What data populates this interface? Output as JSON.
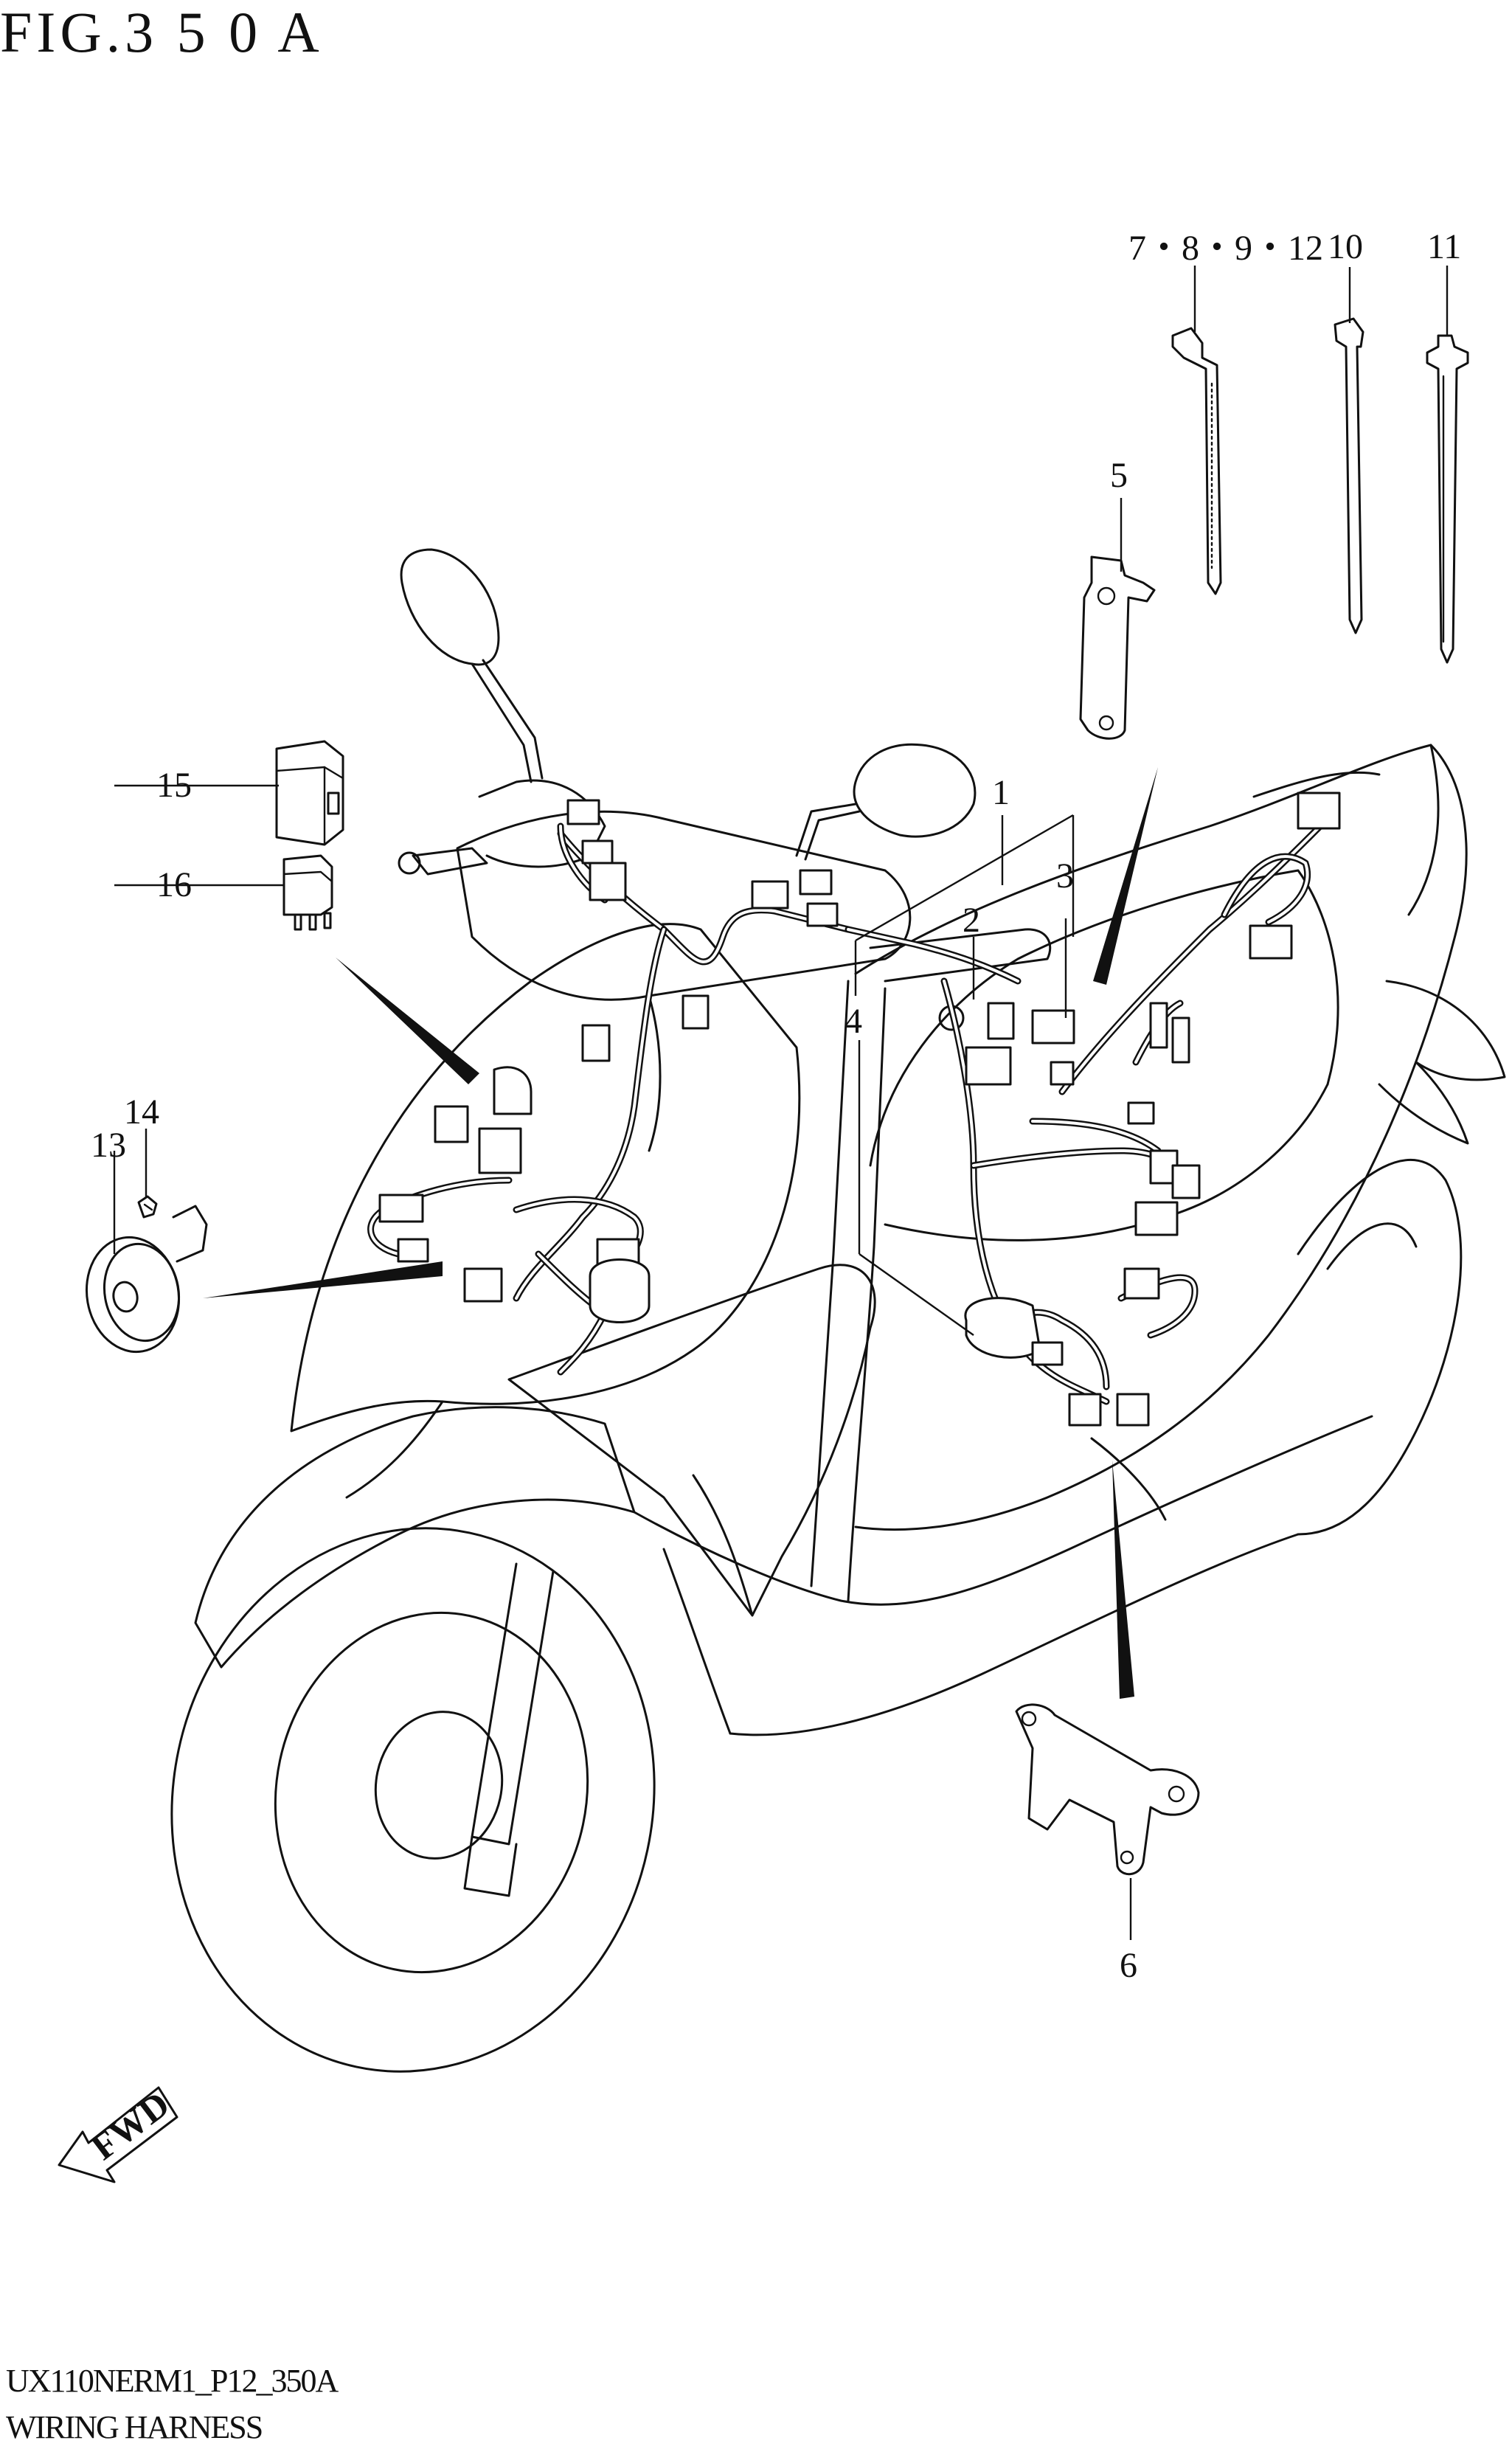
{
  "figure_title": "FIG.3 5 0 A",
  "callouts": {
    "c1": "1",
    "c2": "2",
    "c3": "3",
    "c4": "4",
    "c5": "5",
    "c6": "6",
    "c7_8_9_12": "7・8・9・12",
    "c10": "10",
    "c11": "11",
    "c13": "13",
    "c14": "14",
    "c15": "15",
    "c16": "16"
  },
  "fwd_label": "FWD",
  "footer": {
    "code": "UX110NERM1_P12_350A",
    "name": "WIRING HARNESS"
  }
}
